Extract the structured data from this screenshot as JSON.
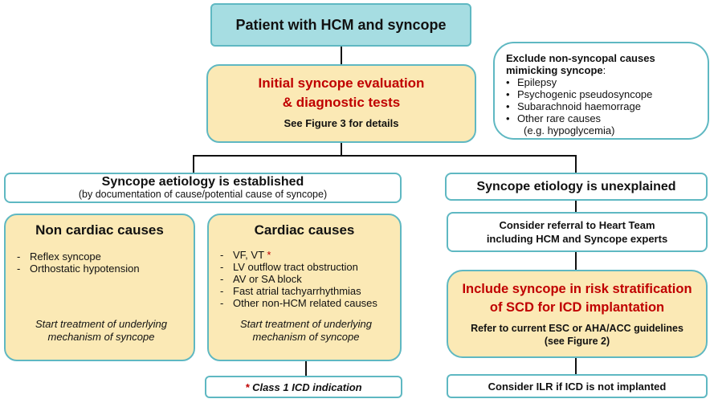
{
  "top": {
    "title": "Patient with HCM and syncope"
  },
  "exclude": {
    "heading": "Exclude non-syncopal causes mimicking syncope",
    "heading_suffix": ":",
    "items": [
      "Epilepsy",
      "Psychogenic pseudosyncope",
      "Subarachnoid haemorrage",
      "Other rare causes"
    ],
    "subnote": "(e.g. hypoglycemia)"
  },
  "initial": {
    "line1": "Initial syncope evaluation",
    "line2": "& diagnostic tests",
    "detail": "See Figure 3 for details"
  },
  "established": {
    "title": "Syncope aetiology is established",
    "subtitle": "(by documentation of cause/potential cause of syncope)"
  },
  "unexplained": {
    "title": "Syncope etiology is unexplained"
  },
  "non_cardiac": {
    "title": "Non cardiac causes",
    "items": [
      "Reflex syncope",
      "Orthostatic hypotension"
    ],
    "note": "Start treatment of underlying mechanism of syncope"
  },
  "cardiac": {
    "title": "Cardiac causes",
    "first_item": "VF, VT",
    "star": "*",
    "items": [
      "LV outflow tract obstruction",
      "AV or SA block",
      "Fast atrial tachyarrhythmias",
      "Other non-HCM related causes"
    ],
    "note": "Start treatment of underlying mechanism of syncope"
  },
  "class1": {
    "star": "*",
    "text": "Class 1 ICD indication"
  },
  "referral": {
    "line1": "Consider referral to Heart Team",
    "line2": "including HCM and Syncope experts"
  },
  "risk": {
    "line1": "Include syncope in risk stratification",
    "line2": "of SCD for ICD implantation",
    "detail1": "Refer to current ESC or AHA/ACC guidelines",
    "detail2": "(see Figure 2)"
  },
  "ilr": {
    "text": "Consider ILR if ICD is not implanted"
  },
  "colors": {
    "teal_fill": "#a6dde2",
    "border": "#5fb8c2",
    "cream_fill": "#fbe9b5",
    "red": "#c00000"
  }
}
